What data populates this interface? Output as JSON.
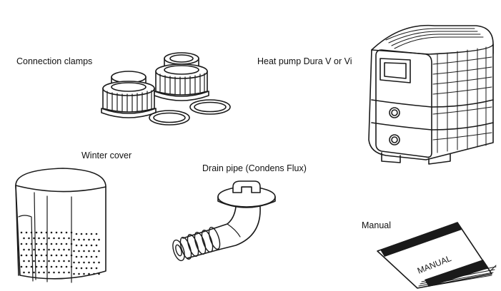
{
  "items": {
    "clamps": {
      "label": "Connection clamps"
    },
    "heat_pump": {
      "label": "Heat pump Dura V or Vi"
    },
    "winter_cover": {
      "label": "Winter cover"
    },
    "drain_pipe": {
      "label": "Drain pipe (Condens Flux)"
    },
    "manual": {
      "label": "Manual",
      "cover_text": "MANUAL"
    }
  },
  "colors": {
    "line": "#1a1a1a",
    "background": "#ffffff"
  }
}
